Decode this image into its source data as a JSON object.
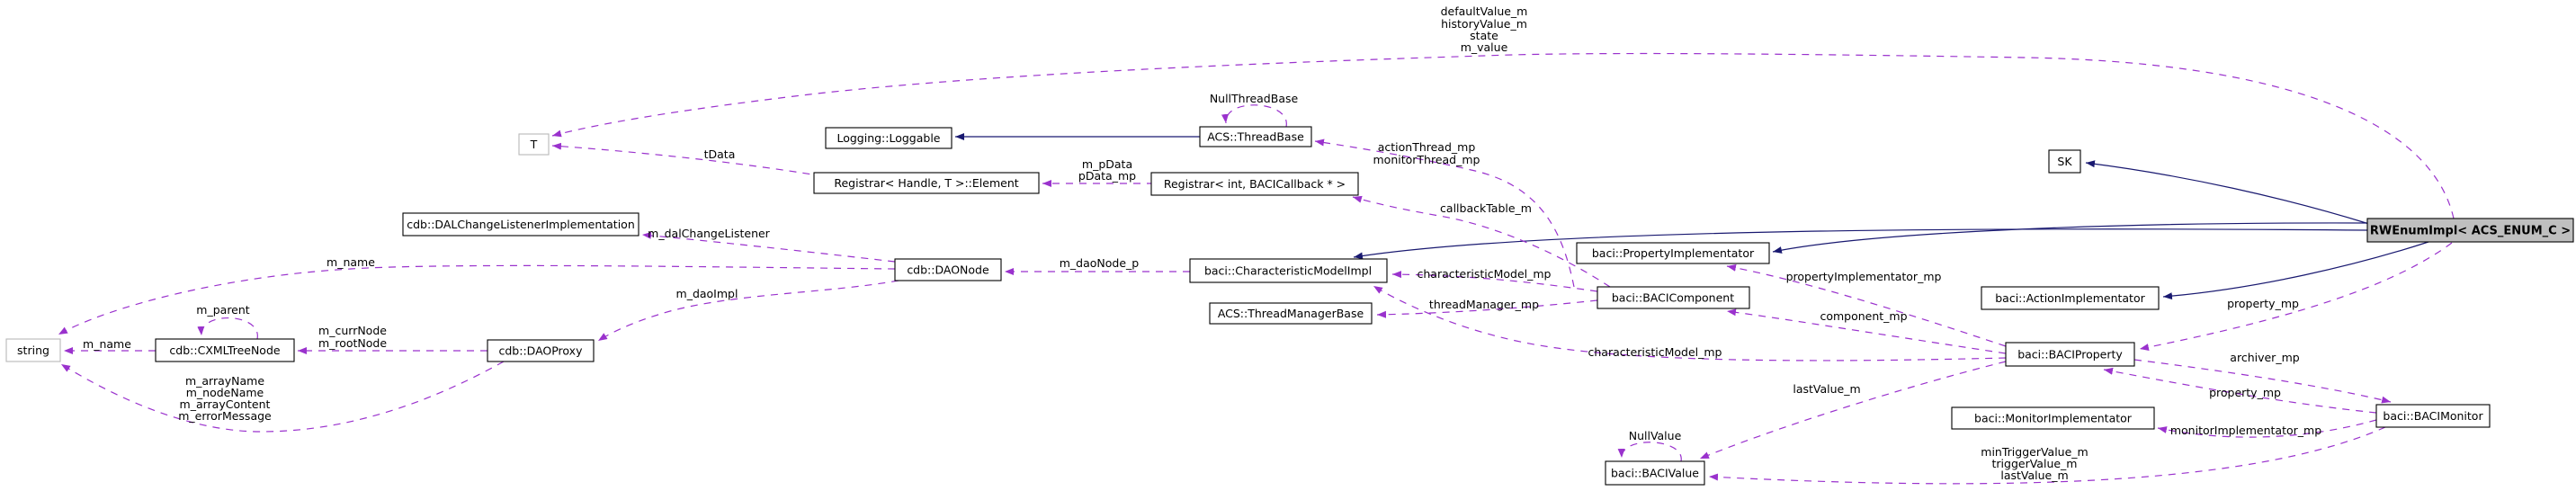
{
  "diagram": {
    "nodes": {
      "t": "T",
      "string": "string",
      "loggable": "Logging::Loggable",
      "thread_base": "ACS::ThreadBase",
      "registrar_element": "Registrar< Handle, T >::Element",
      "registrar_int": "Registrar< int, BACICallback * >",
      "dal_change_listener": "cdb::DALChangeListenerImplementation",
      "dao_node": "cdb::DAONode",
      "characteristic_model_impl": "baci::CharacteristicModelImpl",
      "thread_manager_base": "ACS::ThreadManagerBase",
      "property_implementator": "baci::PropertyImplementator",
      "baci_component": "baci::BACIComponent",
      "cxml_tree_node": "cdb::CXMLTreeNode",
      "dao_proxy": "cdb::DAOProxy",
      "action_implementator": "baci::ActionImplementator",
      "baci_property": "baci::BACIProperty",
      "monitor_implementator": "baci::MonitorImplementator",
      "baci_value": "baci::BACIValue",
      "baci_monitor": "baci::BACIMonitor",
      "sk": "SK",
      "rw_enum_impl": "RWEnumImpl< ACS_ENUM_C >"
    },
    "edge_labels": {
      "rw_t": {
        "lines": [
          "defaultValue_m",
          "historyValue_m",
          "state",
          "m_value"
        ]
      },
      "null_thread_base": "NullThreadBase",
      "t_data": "tData",
      "m_p_data": {
        "lines": [
          "m_pData",
          "pData_mp"
        ]
      },
      "action_monitor_thread": {
        "lines": [
          "actionThread_mp",
          "monitorThread_mp"
        ]
      },
      "callback_table": "callbackTable_m",
      "m_dal_change_listener": "m_dalChangeListener",
      "m_dao_node": "m_daoNode_p",
      "m_name_long": "m_name",
      "m_dao_impl": "m_daoImpl",
      "characteristic_model_upper": "characteristicModel_mp",
      "thread_manager": "threadManager_mp",
      "characteristic_model_lower": "characteristicModel_mp",
      "property_implementator": "propertyImplementator_mp",
      "component": "component_mp",
      "m_parent": "m_parent",
      "m_curr_node": {
        "lines": [
          "m_currNode",
          "m_rootNode"
        ]
      },
      "m_name_tree": "m_name",
      "m_array": {
        "lines": [
          "m_arrayName",
          "m_nodeName",
          "m_arrayContent",
          "m_errorMessage"
        ]
      },
      "last_value": "lastValue_m",
      "null_value": "NullValue",
      "min_trigger": {
        "lines": [
          "minTriggerValue_m",
          "triggerValue_m",
          "lastValue_m"
        ]
      },
      "property_upper": "property_mp",
      "archiver": "archiver_mp",
      "property_lower": "property_mp",
      "monitor_implementator_mp": "monitorImplementator_mp"
    },
    "colors": {
      "inheritance_edge": "#191970",
      "usage_edge": "#9a32cd",
      "node_border": "#000000",
      "external_node_border": "#b9b9b9",
      "node_fill": "#ffffff",
      "focus_node_fill": "#bfbfbf",
      "label_text": "#000000"
    }
  }
}
